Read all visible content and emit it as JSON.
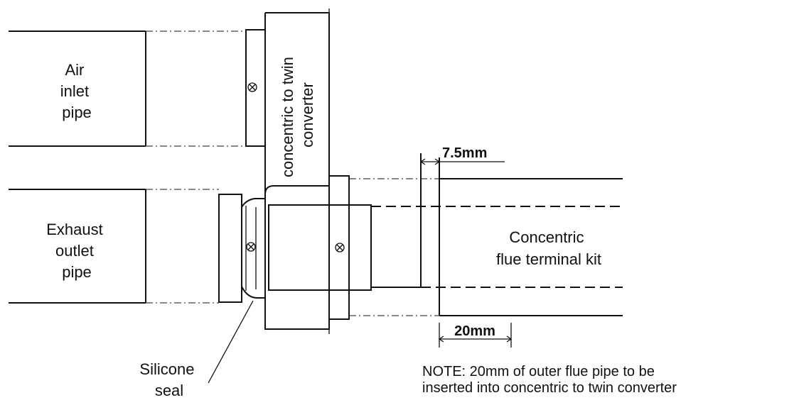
{
  "labels": {
    "air_inlet": [
      "Air",
      "inlet",
      "pipe"
    ],
    "exhaust_outlet": [
      "Exhaust",
      "outlet",
      "pipe"
    ],
    "converter": [
      "concentric to twin",
      "converter"
    ],
    "flue_kit": [
      "Concentric",
      "flue terminal kit"
    ],
    "silicone_seal": [
      "Silicone",
      "seal"
    ]
  },
  "dimensions": {
    "gap": "7.5mm",
    "insertion": "20mm"
  },
  "note": [
    "NOTE: 20mm of outer flue pipe to be",
    "inserted into concentric to twin converter"
  ]
}
